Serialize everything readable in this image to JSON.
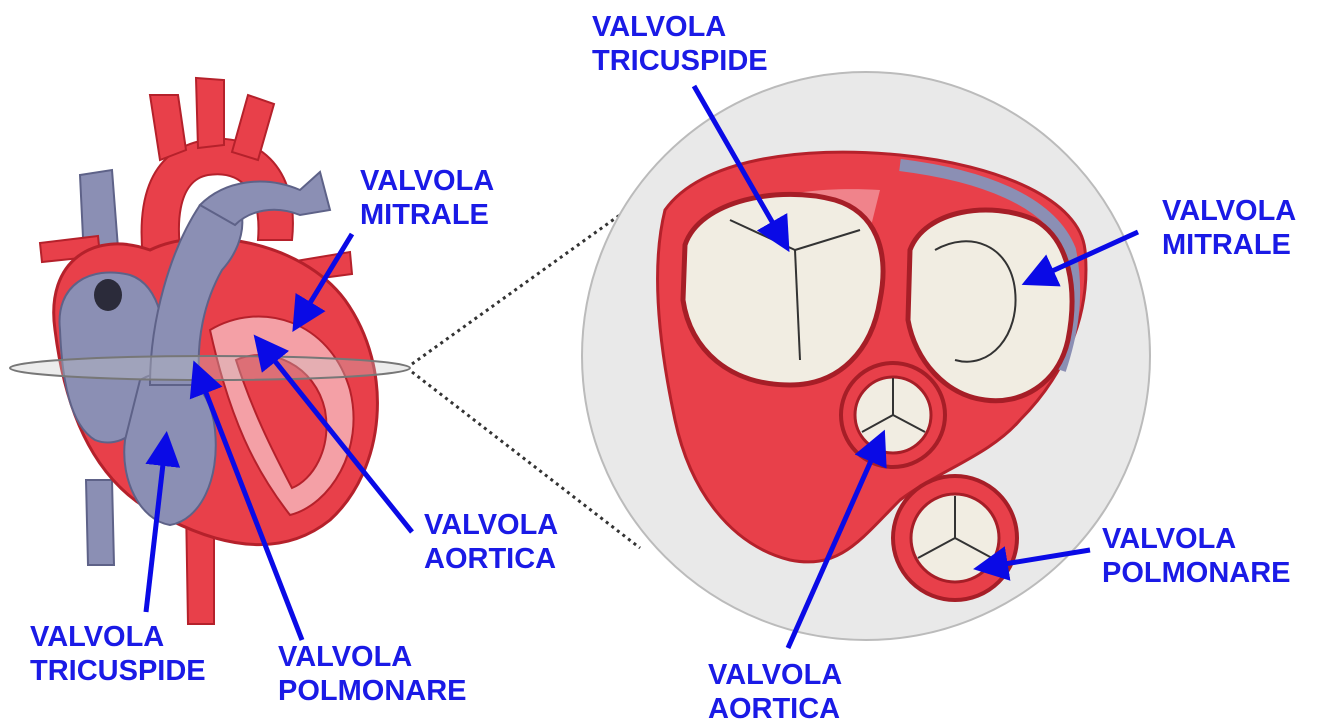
{
  "colors": {
    "label": "#1a1ae6",
    "arrow": "#0a0ae6",
    "muscle": "#e8404a",
    "muscle_dark": "#b5212b",
    "muscle_light": "#f4a0a6",
    "vein": "#8b8fb4",
    "vein_light": "#c6c8e0",
    "valve_tissue": "#f1ede2",
    "disc": "#e9e9e9"
  },
  "labels": {
    "left_mitrale": {
      "line1": "VALVOLA",
      "line2": "MITRALE"
    },
    "left_aortica": {
      "line1": "VALVOLA",
      "line2": "AORTICA"
    },
    "left_tricuspide": {
      "line1": "VALVOLA",
      "line2": "TRICUSPIDE"
    },
    "left_polmonare": {
      "line1": "VALVOLA",
      "line2": "POLMONARE"
    },
    "right_tricuspide": {
      "line1": "VALVOLA",
      "line2": "TRICUSPIDE"
    },
    "right_mitrale": {
      "line1": "VALVOLA",
      "line2": "MITRALE"
    },
    "right_polmonare": {
      "line1": "VALVOLA",
      "line2": "POLMONARE"
    },
    "right_aortica": {
      "line1": "VALVOLA",
      "line2": "AORTICA"
    }
  }
}
